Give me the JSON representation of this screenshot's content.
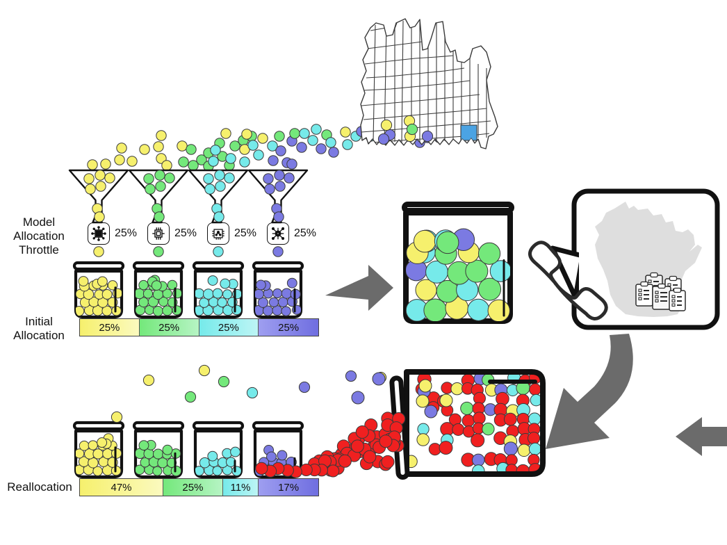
{
  "figure": {
    "title": "Model allocation throttle and reallocation schematic",
    "labels": {
      "throttle": "Model\nAllocation\nThrottle",
      "initial": "Initial\nAllocation",
      "reallocation": "Reallocation"
    }
  },
  "colors": {
    "yellow": "#f6f06d",
    "green": "#74e87b",
    "cyan": "#76eaea",
    "blue": "#7b7ae2",
    "red": "#f02020",
    "outline": "#111111",
    "arrow": "#6b6b6b",
    "map_fill": "#ffffff",
    "map_stroke": "#3a3a3a",
    "map_highlight": "#4ba3e3",
    "bubble_state": "#dedede"
  },
  "throttle_row": {
    "label": "Model\nAllocation\nThrottle",
    "chips": [
      {
        "name": "chip-yellow",
        "color": "#f6f06d",
        "percent": "25%",
        "icon": "cpu-icon"
      },
      {
        "name": "chip-green",
        "color": "#74e87b",
        "percent": "25%",
        "icon": "cpu-icon"
      },
      {
        "name": "chip-cyan",
        "color": "#76eaea",
        "percent": "25%",
        "icon": "cpu-icon"
      },
      {
        "name": "chip-blue",
        "color": "#7b7ae2",
        "percent": "25%",
        "icon": "cpu-icon"
      }
    ]
  },
  "initial_allocation": {
    "label": "Initial\nAllocation",
    "segments": [
      {
        "percent": "25%",
        "color": "#f6f06d",
        "color2": "#fbfabf",
        "width_pct": 25
      },
      {
        "percent": "25%",
        "color": "#74e87b",
        "color2": "#b6f4c4",
        "width_pct": 25
      },
      {
        "percent": "25%",
        "color": "#76eaea",
        "color2": "#bdf5f5",
        "width_pct": 25
      },
      {
        "percent": "25%",
        "color": "#9e9ef0",
        "color2": "#6f6ee0",
        "width_pct": 25
      }
    ]
  },
  "reallocation": {
    "label": "Reallocation",
    "segments": [
      {
        "percent": "47%",
        "color": "#f6f06d",
        "color2": "#fbfabf",
        "width_pct": 35
      },
      {
        "percent": "25%",
        "color": "#74e87b",
        "color2": "#b6f4c4",
        "width_pct": 25
      },
      {
        "percent": "11%",
        "color": "#76eaea",
        "color2": "#bdf5f5",
        "width_pct": 15
      },
      {
        "percent": "17%",
        "color": "#9e9ef0",
        "color2": "#6f6ee0",
        "width_pct": 25
      }
    ]
  },
  "jars": {
    "top_row": [
      {
        "name": "jar-yellow-initial",
        "color": "#f6f06d",
        "fill_level": 0.62
      },
      {
        "name": "jar-green-initial",
        "color": "#74e87b",
        "fill_level": 0.6
      },
      {
        "name": "jar-cyan-initial",
        "color": "#76eaea",
        "fill_level": 0.58
      },
      {
        "name": "jar-blue-initial",
        "color": "#7b7ae2",
        "fill_level": 0.58
      }
    ],
    "bottom_row": [
      {
        "name": "jar-yellow-realloc",
        "color": "#f6f06d",
        "fill_level": 0.62
      },
      {
        "name": "jar-green-realloc",
        "color": "#74e87b",
        "fill_level": 0.48
      },
      {
        "name": "jar-cyan-realloc",
        "color": "#76eaea",
        "fill_level": 0.3
      },
      {
        "name": "jar-blue-realloc",
        "color": "#7b7ae2",
        "fill_level": 0.36
      }
    ],
    "center": {
      "name": "jar-mixed-center",
      "colors": [
        "#f6f06d",
        "#74e87b",
        "#76eaea",
        "#7b7ae2"
      ],
      "fill_level": 0.55
    },
    "tipped": {
      "name": "jar-tipped-overflow",
      "colors": [
        "#f02020",
        "#f6f06d",
        "#74e87b",
        "#76eaea",
        "#7b7ae2"
      ],
      "dominant": "#f02020"
    }
  },
  "funnels": [
    {
      "name": "funnel-yellow",
      "color": "#f6f06d"
    },
    {
      "name": "funnel-green",
      "color": "#74e87b"
    },
    {
      "name": "funnel-cyan",
      "color": "#76eaea"
    },
    {
      "name": "funnel-blue",
      "color": "#7b7ae2"
    }
  ],
  "map": {
    "name": "wisconsin-county-map",
    "highlight_color": "#4ba3e3",
    "highlighted_counties": 1
  },
  "speech_bubble": {
    "name": "survey-call-bubble",
    "state_silhouette": "Wisconsin",
    "icons": [
      "phone-handset-icon",
      "clipboard-survey-icon"
    ]
  },
  "arrows": [
    {
      "name": "arrow-right-to-center-jar",
      "direction": "right",
      "color": "#6b6b6b"
    },
    {
      "name": "arrow-curved-down-left",
      "direction": "down-left",
      "color": "#6b6b6b"
    },
    {
      "name": "arrow-left-to-tipped-jar",
      "direction": "left",
      "color": "#6b6b6b"
    }
  ]
}
